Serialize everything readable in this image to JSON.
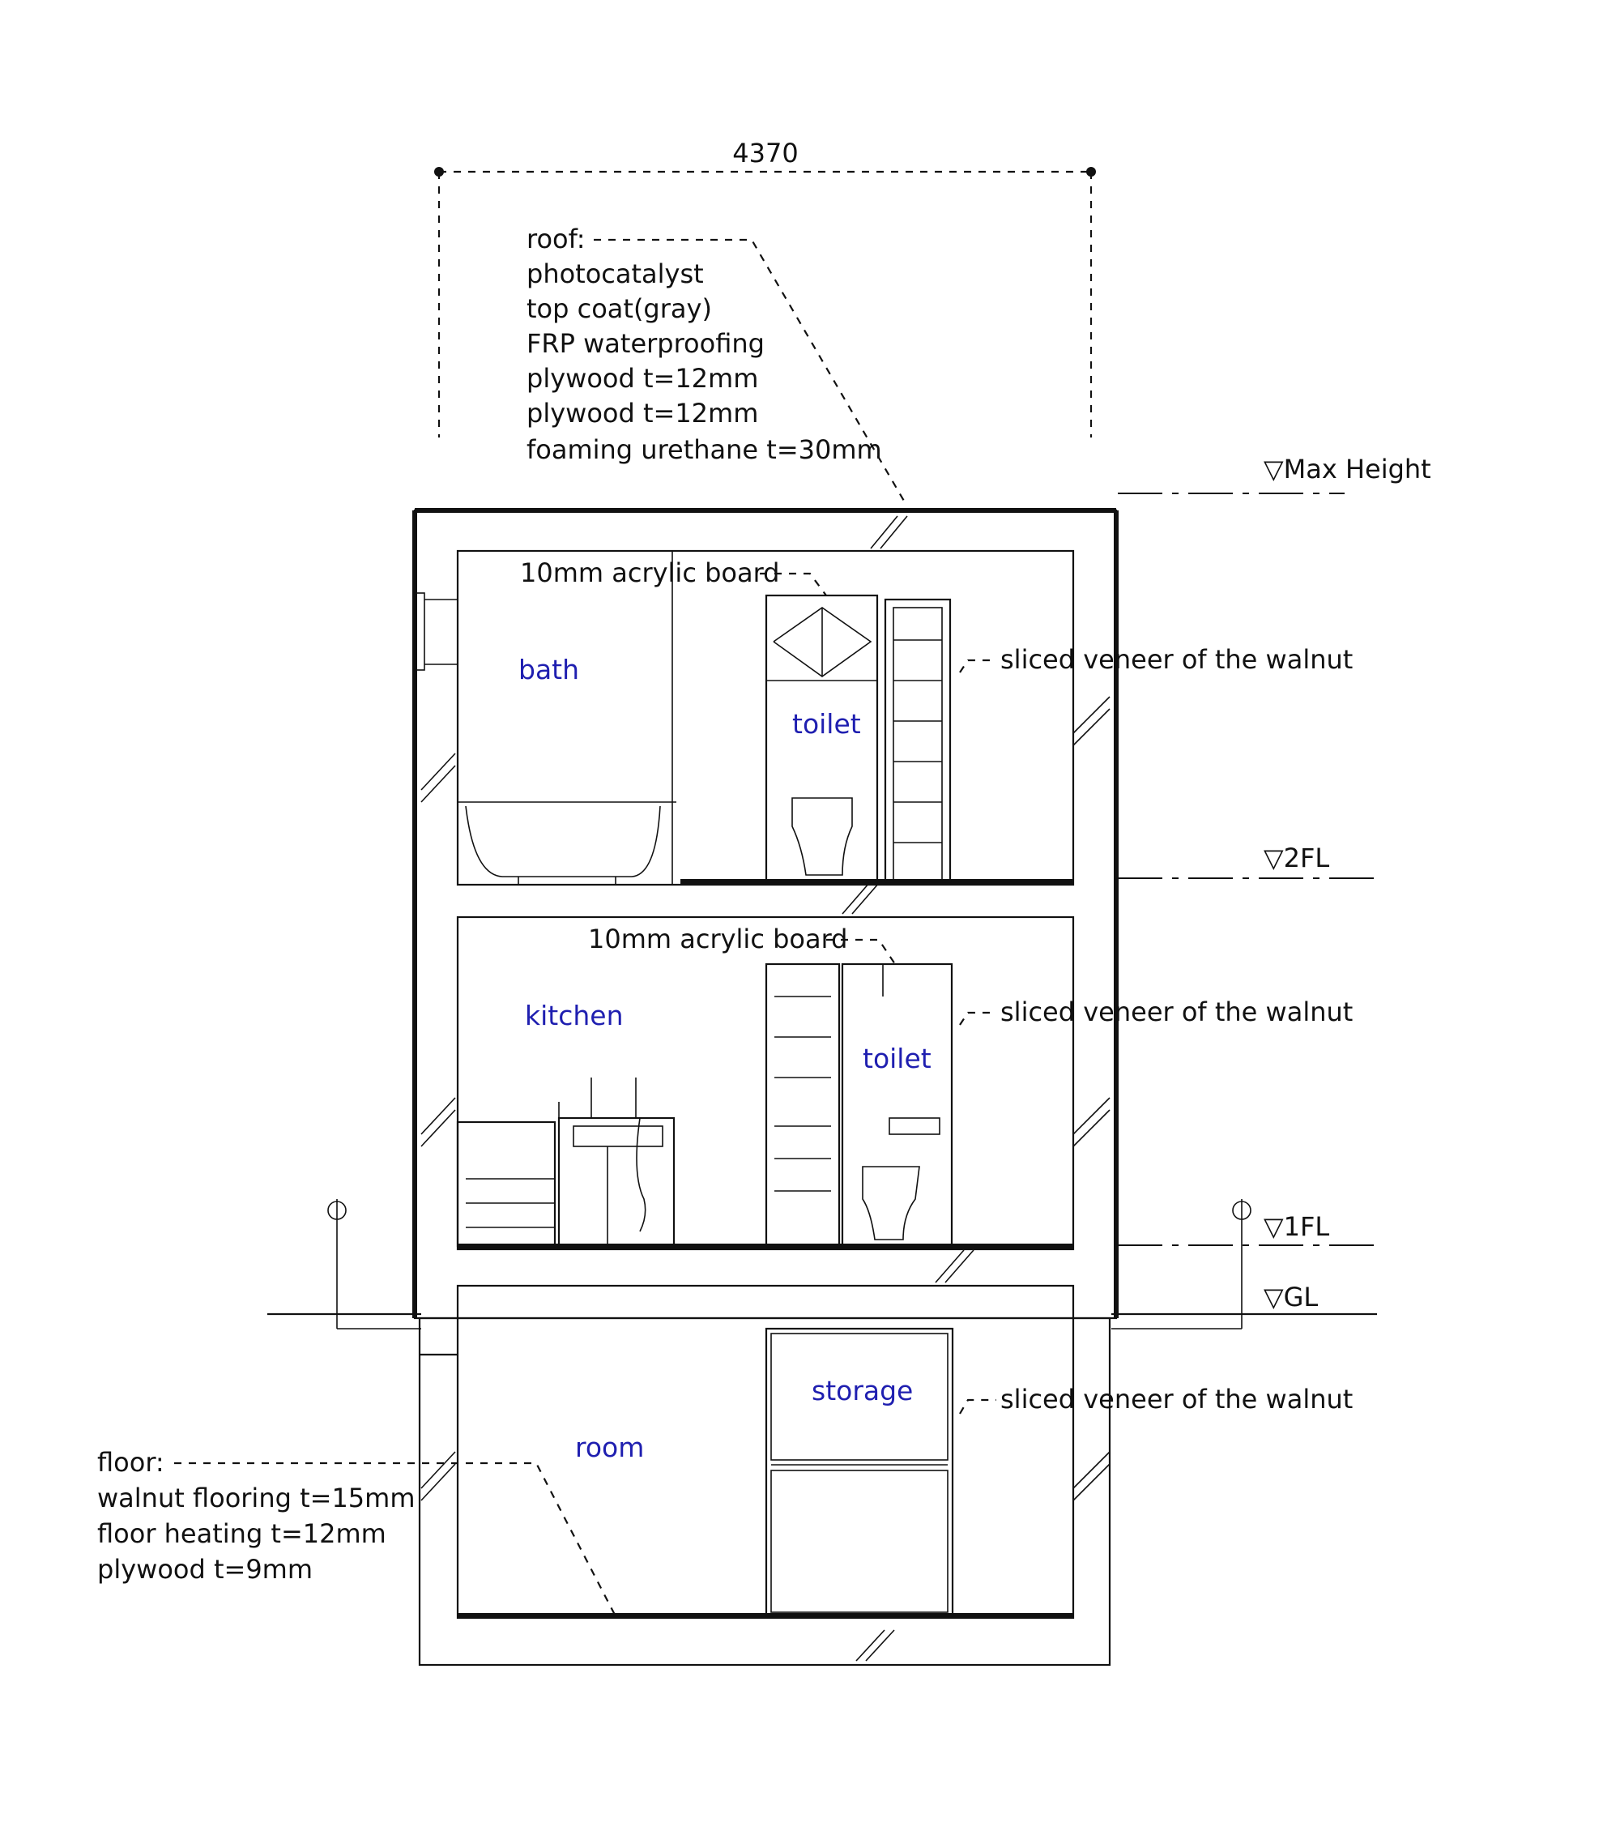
{
  "dimension": {
    "width": "4370"
  },
  "roof": {
    "title": "roof:",
    "layers": [
      "photocatalyst",
      "top coat(gray)",
      "FRP waterproofing",
      "plywood t=12mm",
      "plywood t=12mm",
      "foaming urethane t=30mm"
    ]
  },
  "floor": {
    "title": "floor:",
    "layers": [
      "walnut flooring t=15mm",
      "floor heating t=12mm",
      "plywood t=9mm"
    ]
  },
  "levels": {
    "max_height": "▽Max Height",
    "fl2": "▽2FL",
    "fl1": "▽1FL",
    "gl": "▽GL"
  },
  "notes": {
    "acrylic_upper": "10mm acrylic board",
    "acrylic_lower": "10mm acrylic board",
    "veneer_top": "sliced veneer of the walnut",
    "veneer_mid": "sliced veneer of the walnut",
    "veneer_low": "sliced veneer of the walnut"
  },
  "rooms": {
    "bath": "bath",
    "toilet_upper": "toilet",
    "kitchen": "kitchen",
    "toilet_lower": "toilet",
    "storage": "storage",
    "room": "room"
  },
  "colors": {
    "room_label": "#1f1fb0",
    "line": "#111111"
  }
}
